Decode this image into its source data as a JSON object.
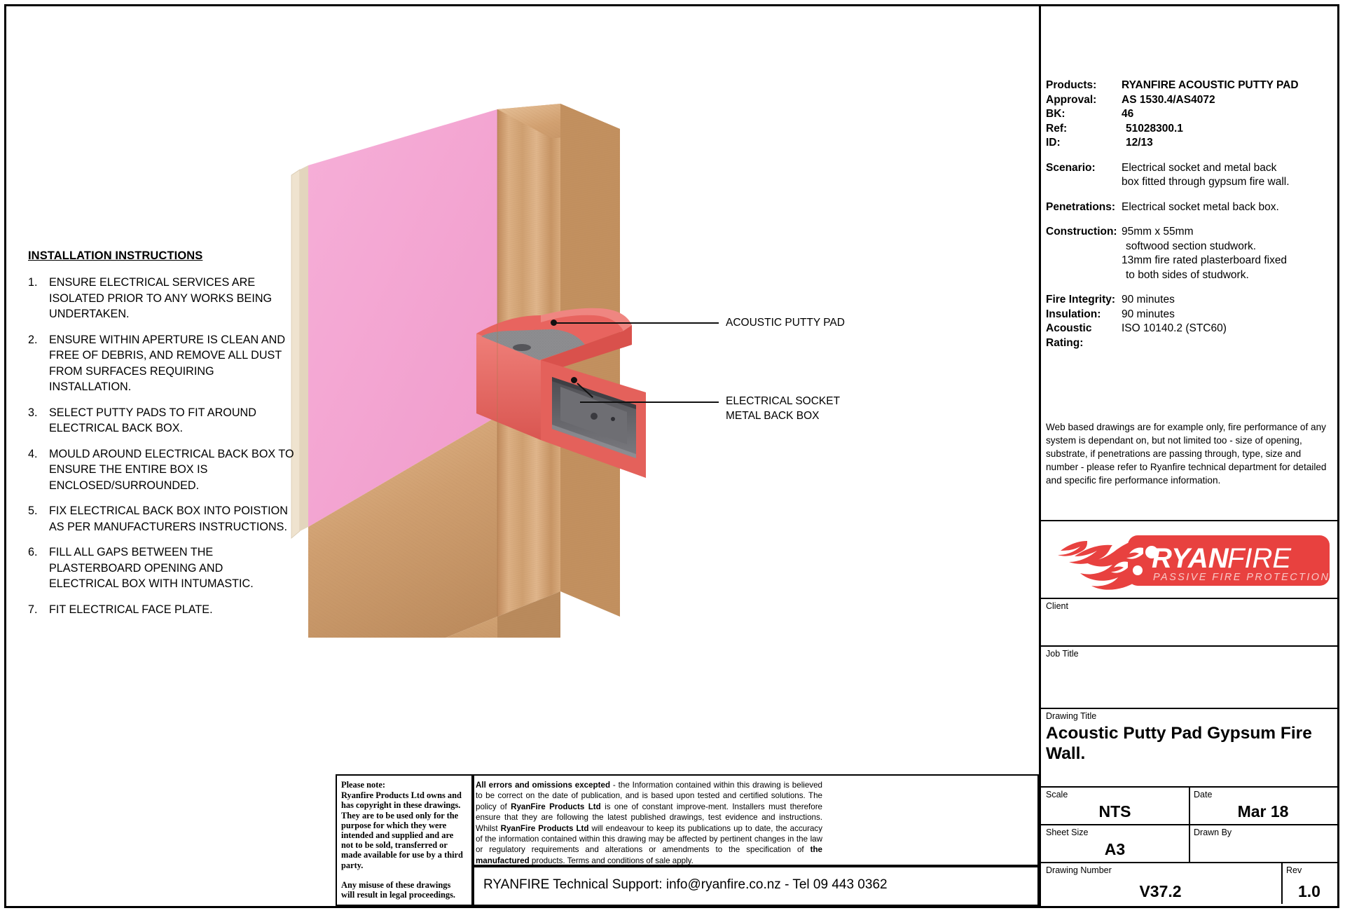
{
  "specs": {
    "rows": [
      {
        "key": "Products:",
        "value": "RYANFIRE ACOUSTIC PUTTY PAD",
        "bold": true
      },
      {
        "key": "Approval:",
        "value": "AS 1530.4/AS4072",
        "bold": true
      },
      {
        "key": "BK:",
        "value": "46",
        "bold": true
      },
      {
        "key": "Ref:",
        "value": "51028300.1",
        "bold": true
      },
      {
        "key": "ID:",
        "value": "12/13",
        "bold": true
      }
    ],
    "scenario_key": "Scenario:",
    "scenario_line1": "Electrical socket and metal back",
    "scenario_line2": "box fitted through gypsum fire wall.",
    "penetrations_key": "Penetrations:",
    "penetrations_value": "Electrical socket metal back box.",
    "construction_key": "Construction:",
    "construction_line1": "95mm x 55mm",
    "construction_line2": "softwood section studwork.",
    "construction_line3": "13mm fire rated plasterboard fixed",
    "construction_line4": "to both sides of studwork.",
    "fire_integrity_key": "Fire Integrity:",
    "fire_integrity_value": "90 minutes",
    "insulation_key": "Insulation:",
    "insulation_value": "90 minutes",
    "acoustic_key": "Acoustic Rating:",
    "acoustic_value": "ISO 10140.2 (STC60)"
  },
  "web_disclaimer": "Web based drawings are for example only, fire performance of any system is dependant on, but not limited too - size of opening, substrate, if penetrations are passing through, type, size and number - please refer to Ryanfire technical department for  detailed and specific fire      performance information.",
  "logo": {
    "word_primary": "RYAN",
    "word_secondary": "FIRE",
    "tagline": "PASSIVE FIRE PROTECTION",
    "brand_color": "#e8413f"
  },
  "title_block": {
    "client_label": "Client",
    "client_value": "",
    "job_title_label": "Job Title",
    "job_title_value": "",
    "drawing_title_label": "Drawing Title",
    "drawing_title_value": "Acoustic Putty Pad Gypsum Fire Wall.",
    "scale_label": "Scale",
    "scale_value": "NTS",
    "date_label": "Date",
    "date_value": "Mar 18",
    "sheet_size_label": "Sheet Size",
    "sheet_size_value": "A3",
    "drawn_by_label": "Drawn By",
    "drawn_by_value": "",
    "drawing_number_label": "Drawing Number",
    "drawing_number_value": "V37.2",
    "rev_label": "Rev",
    "rev_value": "1.0"
  },
  "install": {
    "heading": "INSTALLATION INSTRUCTIONS",
    "items": [
      {
        "num": "1.",
        "text": "ENSURE ELECTRICAL SERVICES ARE ISOLATED PRIOR TO ANY WORKS BEING UNDERTAKEN."
      },
      {
        "num": "2.",
        "text": "ENSURE WITHIN APERTURE IS CLEAN AND FREE OF DEBRIS, AND REMOVE ALL DUST FROM SURFACES REQUIRING INSTALLATION."
      },
      {
        "num": "3.",
        "text": "SELECT PUTTY PADS TO FIT AROUND ELECTRICAL BACK BOX."
      },
      {
        "num": "4.",
        "text": "MOULD AROUND ELECTRICAL BACK BOX TO ENSURE THE ENTIRE BOX IS ENCLOSED/SURROUNDED."
      },
      {
        "num": "5.",
        "text": "FIX ELECTRICAL BACK BOX INTO POISTION AS PER MANUFACTURERS INSTRUCTIONS."
      },
      {
        "num": "6.",
        "text": "FILL ALL GAPS BETWEEN THE PLASTERBOARD OPENING AND ELECTRICAL BOX WITH INTUMASTIC."
      },
      {
        "num": "7.",
        "text": "FIT ELECTRICAL FACE PLATE."
      }
    ]
  },
  "callouts": {
    "putty_pad": "ACOUSTIC PUTTY PAD",
    "back_box": "ELECTRICAL SOCKET\nMETAL BACK BOX"
  },
  "notes": {
    "please_note_heading": "Please note:",
    "please_note_body": "Ryanfire Products Ltd owns and has copyright in these drawings. They are to be used only for the purpose for which they were intended and supplied and are not to be sold, transferred or made available for use by a third party.",
    "please_note_warning": "Any misuse of these drawings will result in legal proceedings.",
    "errors_bold_lead": "All errors and omissions excepted",
    "errors_body_1": " - the Information contained within this drawing is believed to be correct on the date of publication, and is based upon tested and certified solutions.  The policy of   ",
    "errors_bold_2": "RyanFire Products Ltd",
    "errors_body_2": "  is one of constant improve-ment.  Installers must therefore ensure that they are following the latest published drawings, test evidence and instructions. Whilst ",
    "errors_bold_3": "RyanFire Products  Ltd",
    "errors_body_3": " will endeavour to keep its publications up to date, the accuracy of the information contained within this drawing may be affected by pertinent changes in the law or regulatory requirements and alterations or amendments to the specification of ",
    "errors_bold_4": "the manufactured",
    "errors_body_4": " products. Terms and conditions of sale apply.",
    "support": "RYANFIRE Technical Support: info@ryanfire.co.nz - Tel 09 443 0362"
  },
  "artwork": {
    "wall_color": "#f2a4d2",
    "putty_color": "#e8645f",
    "box_color": "#5a5a5e",
    "timber_light": "#d9a878",
    "timber_mid": "#c99669",
    "plaster_edge": "#efe3cf"
  }
}
